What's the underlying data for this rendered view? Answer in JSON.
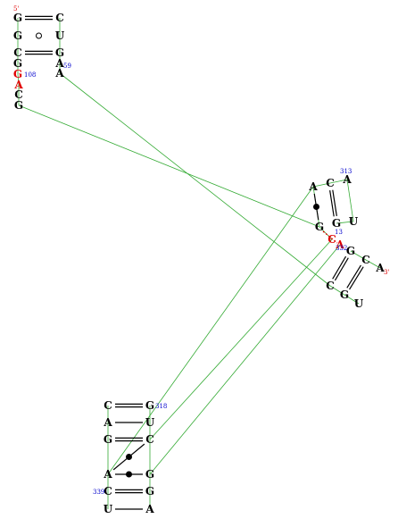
{
  "colors": {
    "base": "#000000",
    "highlight": "#e00000",
    "number": "#0000cc",
    "end_label": "#e00000",
    "backbone": "#33aa33",
    "pair": "#000000"
  },
  "five_prime_label": "5'",
  "three_prime_label": "3'",
  "nucleotides": [
    {
      "id": "a1",
      "letter": "G"
    },
    {
      "id": "a2",
      "letter": "G"
    },
    {
      "id": "a3",
      "letter": "C"
    },
    {
      "id": "a4",
      "letter": "G"
    },
    {
      "id": "a5",
      "letter": "G",
      "highlight": true
    },
    {
      "id": "a6",
      "letter": "A",
      "highlight": true
    },
    {
      "id": "a7",
      "letter": "C"
    },
    {
      "id": "a8",
      "letter": "G"
    },
    {
      "id": "a9",
      "letter": "C"
    },
    {
      "id": "a10",
      "letter": "U"
    },
    {
      "id": "a11",
      "letter": "G"
    },
    {
      "id": "a12",
      "letter": "A"
    },
    {
      "id": "a13",
      "letter": "A"
    },
    {
      "id": "b1",
      "letter": "A"
    },
    {
      "id": "b2",
      "letter": "C"
    },
    {
      "id": "b3",
      "letter": "A"
    },
    {
      "id": "b4",
      "letter": "G"
    },
    {
      "id": "b5",
      "letter": "U"
    },
    {
      "id": "b6",
      "letter": "G"
    },
    {
      "id": "b7",
      "letter": "C",
      "highlight": true
    },
    {
      "id": "b8",
      "letter": "A",
      "highlight": true
    },
    {
      "id": "b9",
      "letter": "G"
    },
    {
      "id": "b10",
      "letter": "C"
    },
    {
      "id": "b11",
      "letter": "A"
    },
    {
      "id": "b12",
      "letter": "C"
    },
    {
      "id": "b13",
      "letter": "G"
    },
    {
      "id": "b14",
      "letter": "U"
    },
    {
      "id": "c1",
      "letter": "C"
    },
    {
      "id": "c2",
      "letter": "A"
    },
    {
      "id": "c3",
      "letter": "G"
    },
    {
      "id": "c4",
      "letter": "A"
    },
    {
      "id": "c5",
      "letter": "C"
    },
    {
      "id": "c6",
      "letter": "U"
    },
    {
      "id": "c7",
      "letter": "G"
    },
    {
      "id": "c8",
      "letter": "U"
    },
    {
      "id": "c9",
      "letter": "C"
    },
    {
      "id": "c10",
      "letter": "G"
    },
    {
      "id": "c11",
      "letter": "G"
    },
    {
      "id": "c12",
      "letter": "A"
    }
  ],
  "residue_numbers": [
    {
      "id": "n108",
      "text": "108"
    },
    {
      "id": "n59",
      "text": "59"
    },
    {
      "id": "n313",
      "text": "313"
    },
    {
      "id": "n13",
      "text": "13"
    },
    {
      "id": "n332",
      "text": "332"
    },
    {
      "id": "n318",
      "text": "318"
    },
    {
      "id": "n339",
      "text": "339"
    }
  ]
}
